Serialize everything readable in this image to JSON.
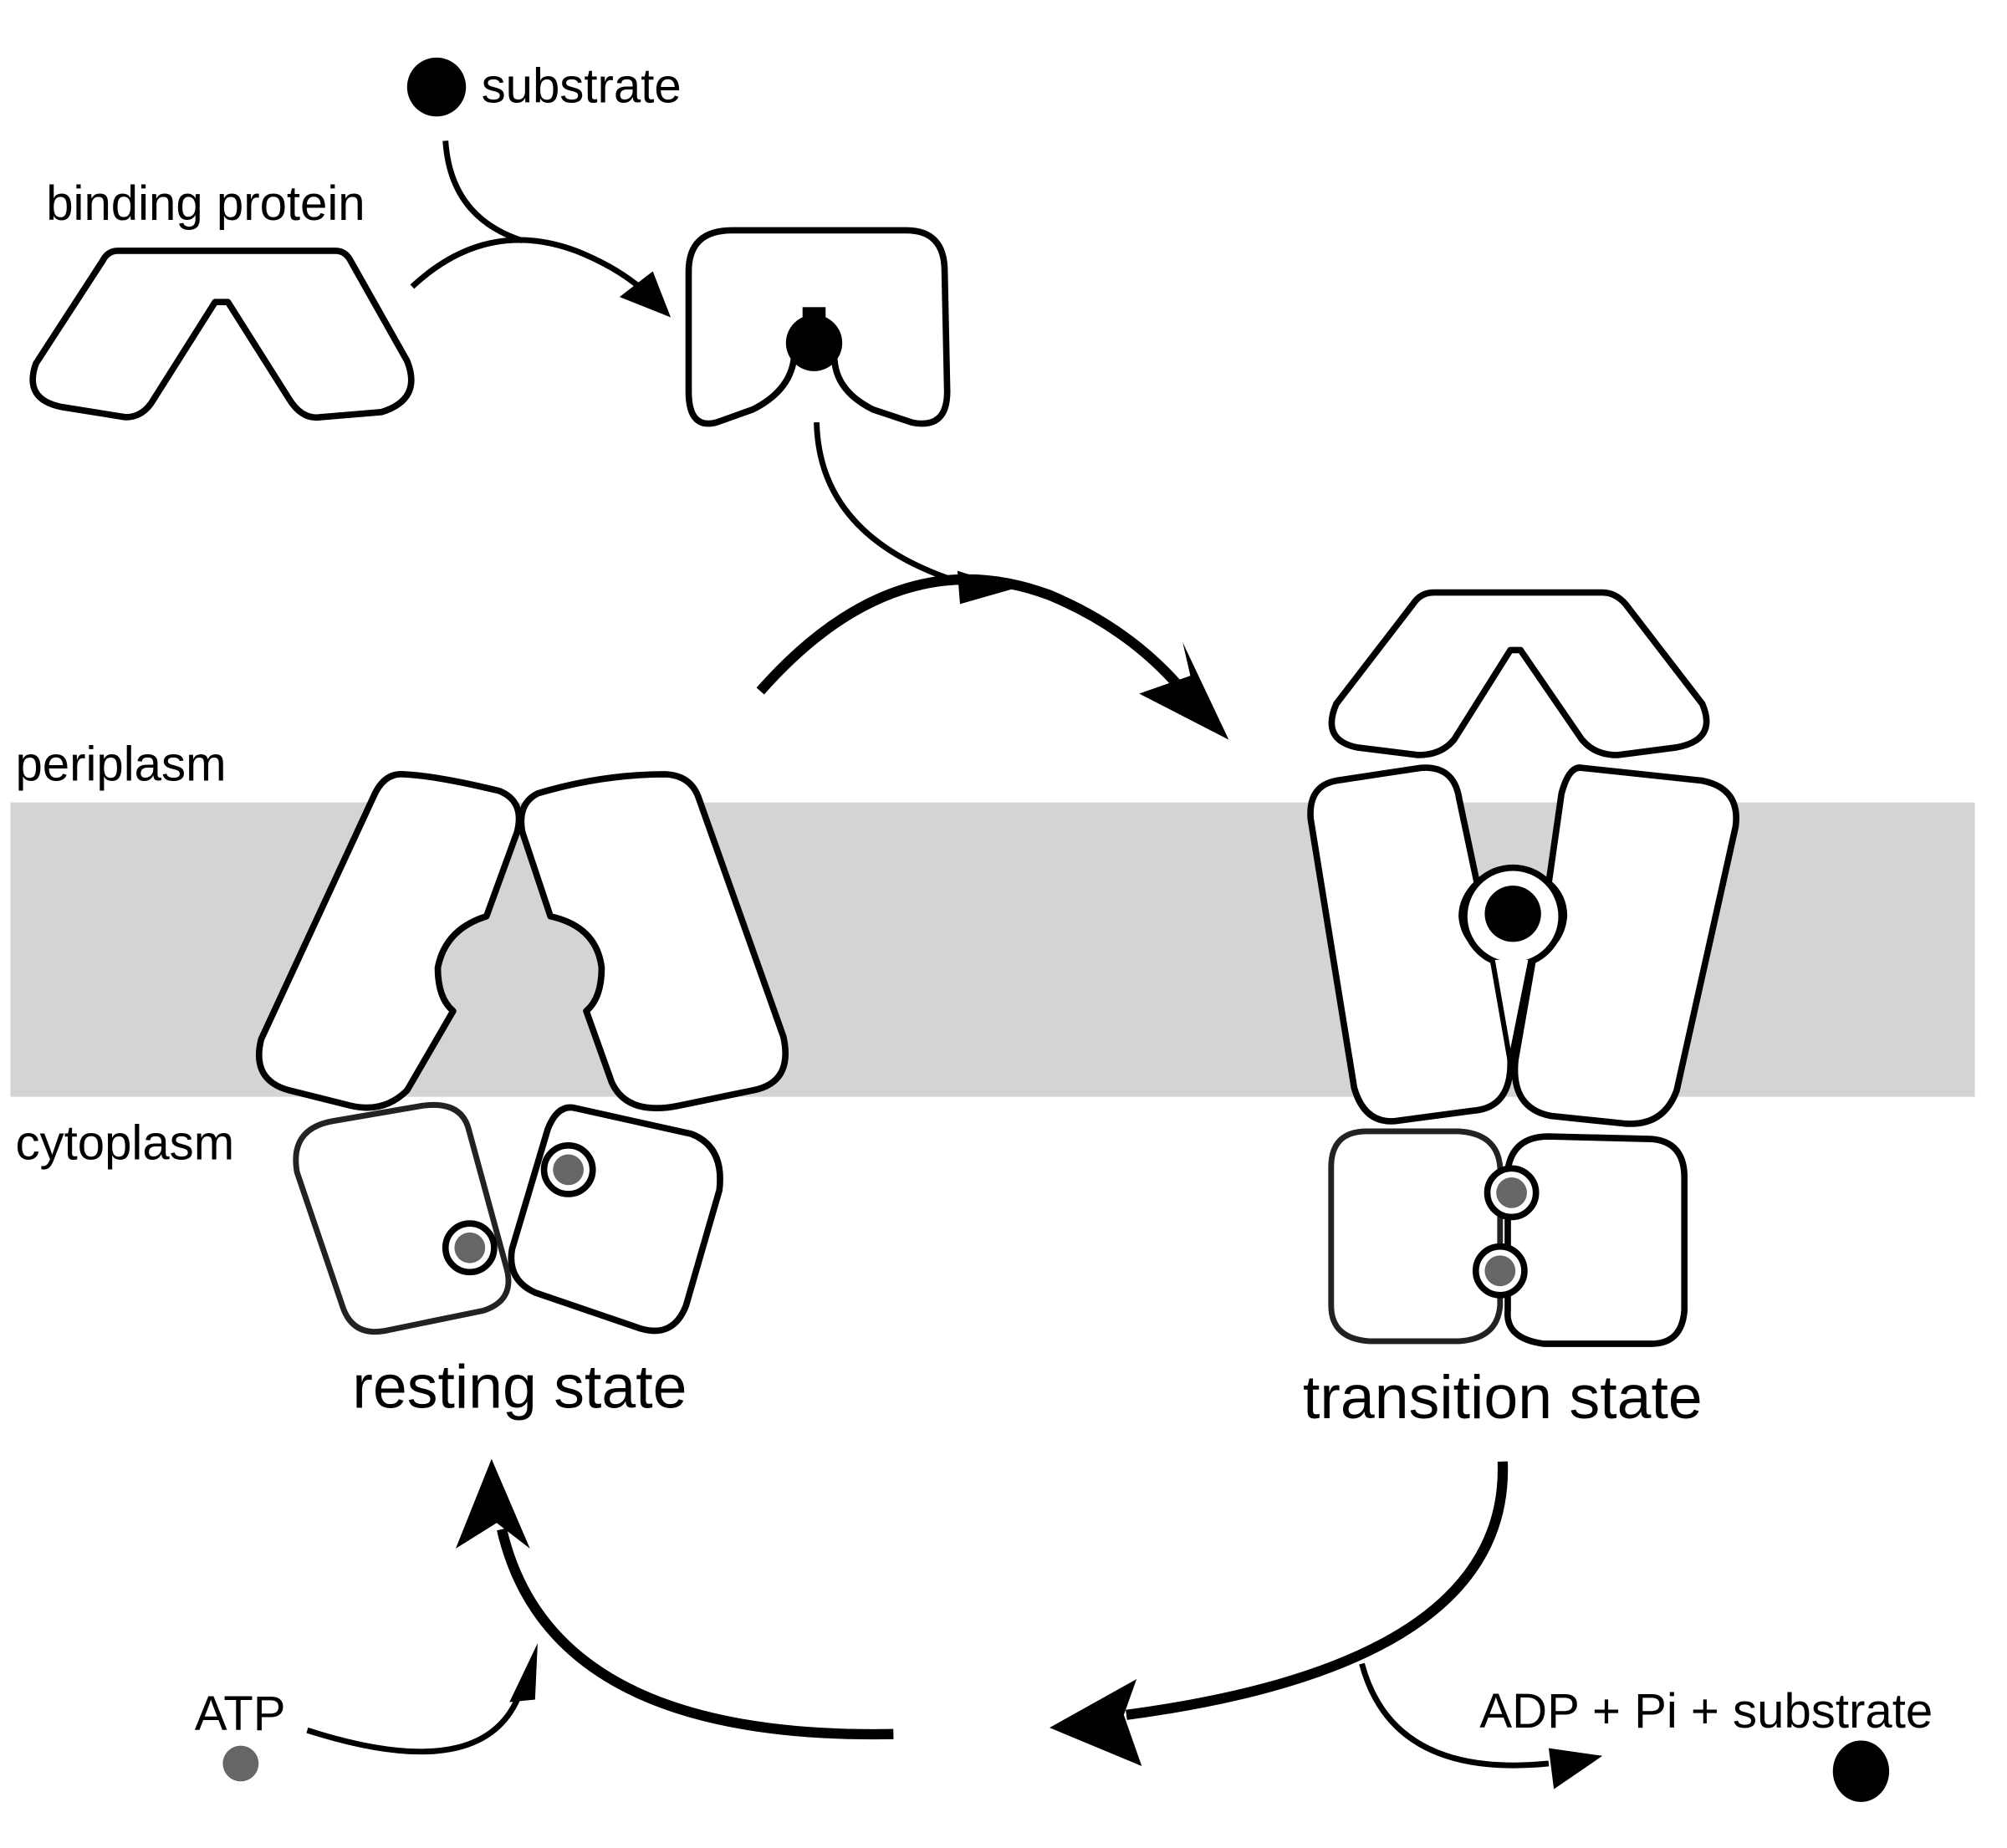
{
  "compartments": {
    "top": "periplasm",
    "bottom": "cytoplasm"
  },
  "labels": {
    "substrate": "substrate",
    "binding_protein": "binding protein",
    "resting_state": "resting state",
    "transition_state": "transition state",
    "atp": "ATP",
    "products": "ADP + Pi  + substrate"
  },
  "colors": {
    "membrane": "#d4d4d4",
    "substrate": "#000000",
    "nucleotide": "#666666",
    "outline": "#000000"
  }
}
